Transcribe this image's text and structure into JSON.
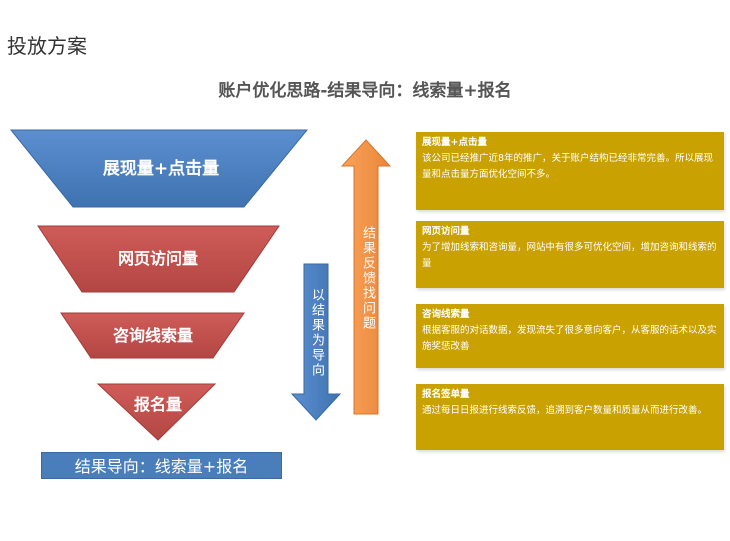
{
  "page_heading": "投放方案",
  "slide_title": "账户优化思路-结果导向：线索量+报名",
  "funnel": {
    "seg1": "展现量+点击量",
    "seg2": "网页访问量",
    "seg3": "咨询线索量",
    "seg4": "报名量"
  },
  "result_bar": "结果导向：线索量+报名",
  "arrows": {
    "down_label": "以结果为导向",
    "up_label": "结果反馈找问题"
  },
  "colors": {
    "blue": "#4a7ebb",
    "red": "#c0504d",
    "orange": "#f79646",
    "gold": "#c9a100"
  },
  "notes": [
    {
      "title": "展现量+点击量",
      "body": "该公司已经推广近8年的推广，关于账户结构已经非常完善。所以展现量和点击量方面优化空间不多。"
    },
    {
      "title": "网页访问量",
      "body": "为了增加线索和咨询量，网站中有很多可优化空间，增加咨询和线索的量"
    },
    {
      "title": "咨询线索量",
      "body": "根据客服的对话数据，发现流失了很多意向客户，从客服的话术以及实施奖惩改善"
    },
    {
      "title": "报名签单量",
      "body": "通过每日日报进行线索反馈，追溯到客户数量和质量从而进行改善。"
    }
  ]
}
